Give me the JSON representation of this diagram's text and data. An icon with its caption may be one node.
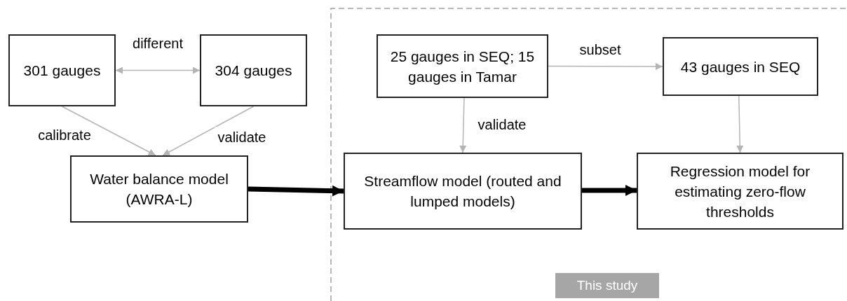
{
  "diagram": {
    "nodes": [
      {
        "text": [
          "301 gauges"
        ]
      },
      {
        "text": [
          "304 gauges"
        ]
      },
      {
        "text": [
          "Water balance model (AWRA-L)"
        ]
      },
      {
        "text": [
          "25 gauges in SEQ; 15 gauges in Tamar"
        ]
      },
      {
        "text": [
          "43 gauges in SEQ"
        ]
      },
      {
        "text": [
          "Streamflow model (routed and lumped models)"
        ]
      },
      {
        "text": [
          "Regression model for estimating zero-flow thresholds"
        ]
      },
      {
        "text": [
          "This study"
        ]
      }
    ],
    "edges": [
      {
        "from": 0,
        "to": 1,
        "arrow": "both",
        "label": "different"
      },
      {
        "from": 0,
        "to": 2,
        "arrow": "to",
        "label": "calibrate"
      },
      {
        "from": 1,
        "to": 2,
        "arrow": "to",
        "label": "validate"
      },
      {
        "from": 2,
        "to": 5,
        "arrow": "to",
        "style": "thick",
        "color": "#000000"
      },
      {
        "from": 3,
        "to": 4,
        "arrow": "to",
        "label": "subset"
      },
      {
        "from": 3,
        "to": 5,
        "arrow": "to",
        "label": "validate"
      },
      {
        "from": 4,
        "to": 6,
        "arrow": "to"
      },
      {
        "from": 5,
        "to": 6,
        "arrow": "to",
        "style": "thick",
        "color": "#000000"
      }
    ]
  }
}
